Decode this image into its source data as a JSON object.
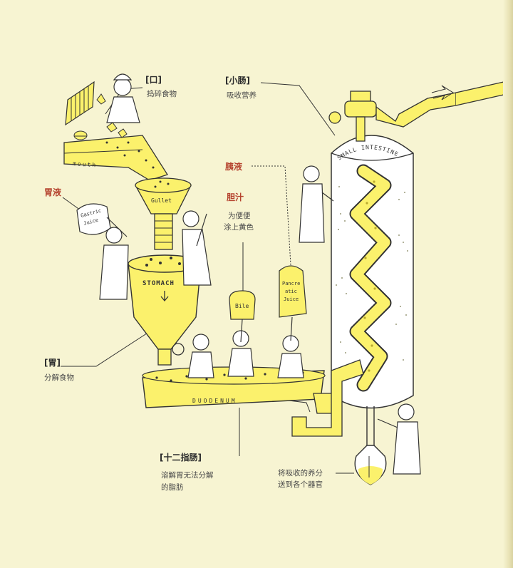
{
  "colors": {
    "background": "#f7f4d2",
    "tube": "#fbf16c",
    "ink": "#2c2c2c",
    "accent": "#b5432e"
  },
  "labels": {
    "mouth": {
      "title": "[口]",
      "desc": "捣碎食物"
    },
    "gastric_juice": {
      "title": "胃液"
    },
    "stomach": {
      "title": "[胃]",
      "desc": "分解食物"
    },
    "small_intestine": {
      "title": "[小肠]",
      "desc": "吸收营养"
    },
    "pancreatic_juice": {
      "title": "胰液"
    },
    "bile": {
      "title": "胆汁",
      "desc1": "为便便",
      "desc2": "涂上黄色"
    },
    "duodenum": {
      "title": "[十二指肠]",
      "desc1": "溶解胃无法分解",
      "desc2": "的脂肪"
    },
    "absorb": {
      "desc1": "将吸收的养分",
      "desc2": "送到各个器官"
    }
  },
  "tags": {
    "mouth": "mouth",
    "gullet": "Gullet",
    "gastric_line1": "Gastric",
    "gastric_line2": "Juice",
    "stomach": "STOMACH",
    "bile": "Bile",
    "pancreatic_line1": "Pancre",
    "pancreatic_line2": "atic",
    "pancreatic_line3": "Juice",
    "duodenum": "DUODENUM",
    "small_intestine": "SMALL INTESTINE"
  }
}
